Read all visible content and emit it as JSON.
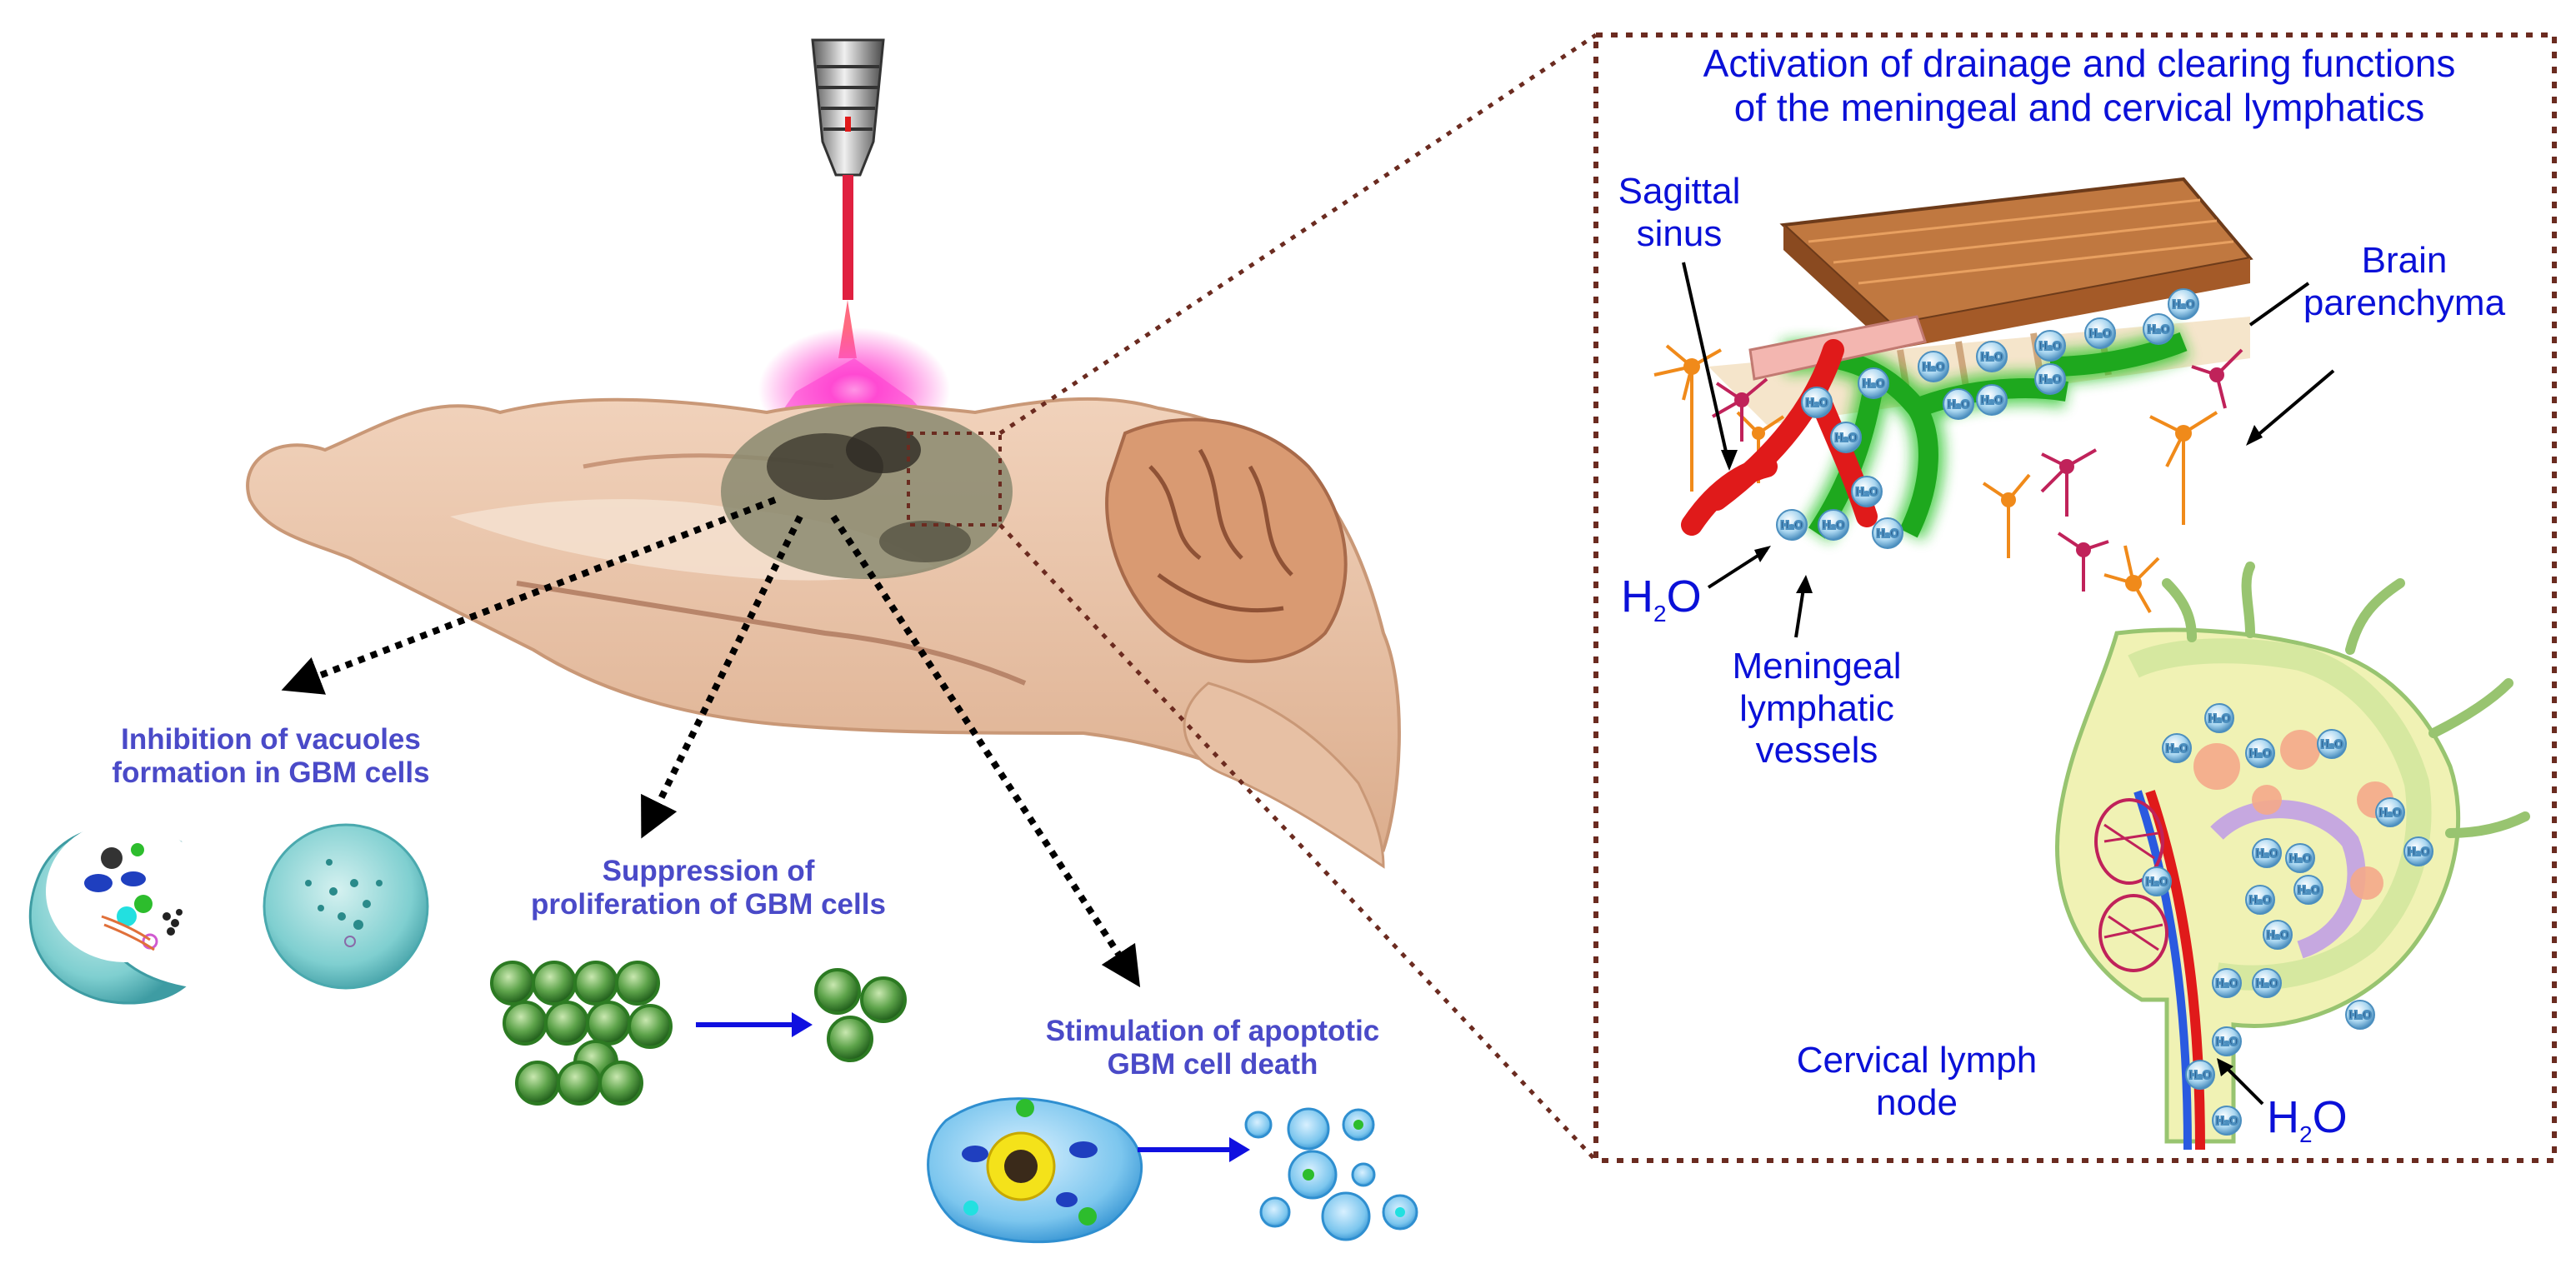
{
  "colors": {
    "label_purple": "#4a4ac8",
    "label_blue": "#0a10d8",
    "lymph_green": "#1ec21e",
    "vessel_red": "#e01a1a",
    "dotted_brown": "#6b2b20",
    "arrow_blue": "#1010e0",
    "laser_magenta": "#ff3ccf"
  },
  "left_effects": {
    "vacuoles": {
      "line1": "Inhibition of vacuoles",
      "line2": "formation in GBM cells"
    },
    "proliferation": {
      "line1": "Suppression of",
      "line2": "proliferation of GBM cells"
    },
    "apoptosis": {
      "line1": "Stimulation of apoptotic",
      "line2": "GBM cell death"
    }
  },
  "right_panel": {
    "title_line1": "Activation of drainage and clearing functions",
    "title_line2": "of the meningeal and cervical lymphatics",
    "sagittal_sinus": {
      "line1": "Sagittal",
      "line2": "sinus"
    },
    "brain_parenchyma": {
      "line1": "Brain",
      "line2": "parenchyma"
    },
    "meningeal_vessels": {
      "line1": "Meningeal",
      "line2": "lymphatic",
      "line3": "vessels"
    },
    "cervical_node": {
      "line1": "Cervical lymph",
      "line2": "node"
    },
    "h2o": {
      "main": "H",
      "sub": "2",
      "tail": "O"
    },
    "bubble_text": "H₂O"
  },
  "icons": {
    "laser": "laser-probe-icon",
    "brain": "brain-sagittal-slice",
    "vacuole_cell": "vacuolated-cell-icon",
    "normal_cell": "round-cell-icon",
    "cell_cluster": "cell-cluster-icon",
    "apoptotic_cell": "apoptotic-cell-icon"
  }
}
